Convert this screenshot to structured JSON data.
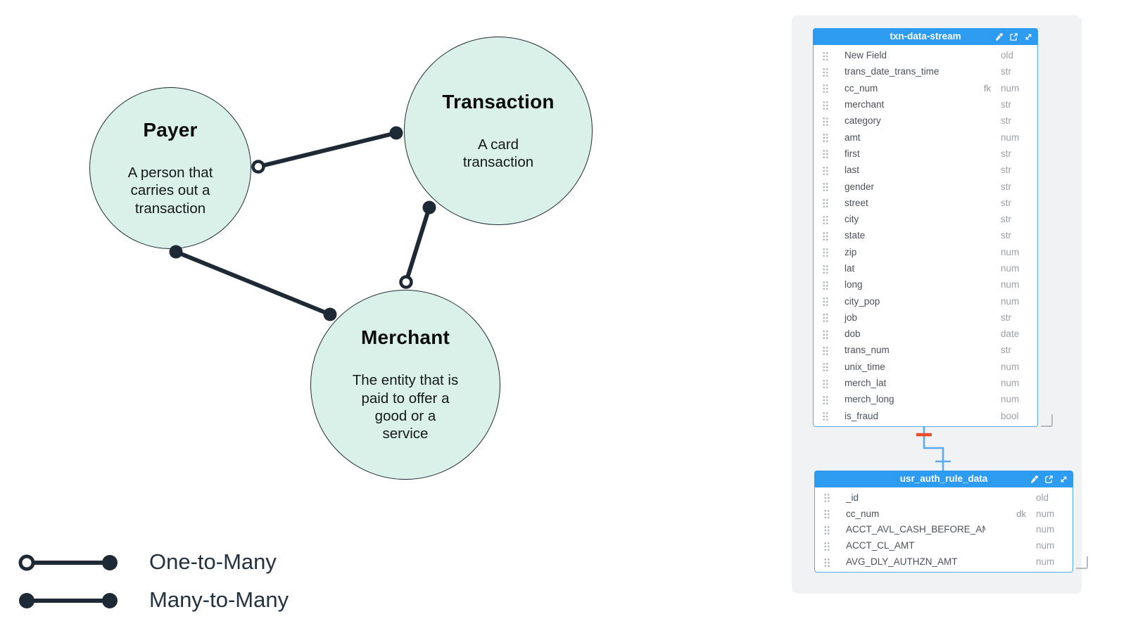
{
  "diagram": {
    "entities": [
      {
        "name": "Payer",
        "description": "A person that\ncarries out a\ntransaction"
      },
      {
        "name": "Transaction",
        "description": "A card\ntransaction"
      },
      {
        "name": "Merchant",
        "description": "The entity that is\npaid to offer a\ngood or a\nservice"
      }
    ],
    "legend": [
      {
        "label": "One-to-Many",
        "start_marker": "open-circle",
        "end_marker": "filled-circle"
      },
      {
        "label": "Many-to-Many",
        "start_marker": "filled-circle",
        "end_marker": "filled-circle"
      }
    ],
    "colors": {
      "entity_fill": "#daf1ea",
      "line": "#1d2935"
    }
  },
  "schema_panel": {
    "tables": [
      {
        "title": "txn-data-stream",
        "icons": [
          "eyedropper-icon",
          "open-in-new-icon",
          "expand-diagonal-icon"
        ],
        "fields": [
          {
            "name": "New Field",
            "key": "",
            "type": "old"
          },
          {
            "name": "trans_date_trans_time",
            "key": "",
            "type": "str"
          },
          {
            "name": "cc_num",
            "key": "fk",
            "type": "num"
          },
          {
            "name": "merchant",
            "key": "",
            "type": "str"
          },
          {
            "name": "category",
            "key": "",
            "type": "str"
          },
          {
            "name": "amt",
            "key": "",
            "type": "num"
          },
          {
            "name": "first",
            "key": "",
            "type": "str"
          },
          {
            "name": "last",
            "key": "",
            "type": "str"
          },
          {
            "name": "gender",
            "key": "",
            "type": "str"
          },
          {
            "name": "street",
            "key": "",
            "type": "str"
          },
          {
            "name": "city",
            "key": "",
            "type": "str"
          },
          {
            "name": "state",
            "key": "",
            "type": "str"
          },
          {
            "name": "zip",
            "key": "",
            "type": "num"
          },
          {
            "name": "lat",
            "key": "",
            "type": "num"
          },
          {
            "name": "long",
            "key": "",
            "type": "num"
          },
          {
            "name": "city_pop",
            "key": "",
            "type": "num"
          },
          {
            "name": "job",
            "key": "",
            "type": "str"
          },
          {
            "name": "dob",
            "key": "",
            "type": "date"
          },
          {
            "name": "trans_num",
            "key": "",
            "type": "str"
          },
          {
            "name": "unix_time",
            "key": "",
            "type": "num"
          },
          {
            "name": "merch_lat",
            "key": "",
            "type": "num"
          },
          {
            "name": "merch_long",
            "key": "",
            "type": "num"
          },
          {
            "name": "is_fraud",
            "key": "",
            "type": "bool"
          }
        ]
      },
      {
        "title": "usr_auth_rule_data",
        "icons": [
          "eyedropper-icon",
          "open-in-new-icon",
          "expand-diagonal-icon"
        ],
        "fields": [
          {
            "name": "_id",
            "key": "",
            "type": "old"
          },
          {
            "name": "cc_num",
            "key": "dk",
            "type": "num"
          },
          {
            "name": "ACCT_AVL_CASH_BEFORE_AMT",
            "key": "",
            "type": "num"
          },
          {
            "name": "ACCT_CL_AMT",
            "key": "",
            "type": "num"
          },
          {
            "name": "AVG_DLY_AUTHZN_AMT",
            "key": "",
            "type": "num"
          }
        ]
      }
    ],
    "connector": {
      "cardinality_one_marker_color": "#e94e2b",
      "line_color": "#5aabf2"
    },
    "colors": {
      "header_blue": "#2d9bf0",
      "panel_bg": "#f1f2f4"
    }
  }
}
